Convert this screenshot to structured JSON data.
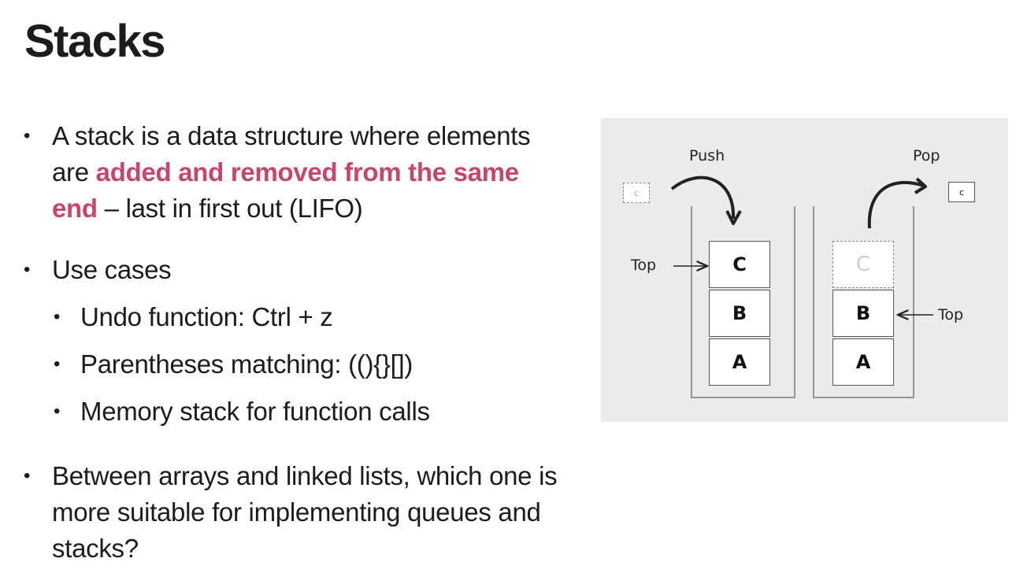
{
  "slide": {
    "title": "Stacks"
  },
  "bullets": {
    "b1_pre": "A stack is a data structure where elements are ",
    "b1_hl": "added and removed from the same end",
    "b1_post": " – last in first out (LIFO)",
    "b2": "Use cases",
    "sub1": "Undo function: Ctrl + z",
    "sub2": "Parentheses matching: ((){}[])",
    "sub3": "Memory stack for function calls",
    "b3": "Between arrays and linked lists, which one is more suitable for implementing queues and stacks?",
    "dot": "•"
  },
  "diagram": {
    "push_label": "Push",
    "pop_label": "Pop",
    "left_top_label": "Top",
    "right_top_label": "Top",
    "left_stack": [
      "C",
      "B",
      "A"
    ],
    "right_stack": [
      "C",
      "B",
      "A"
    ],
    "mini_left": "c",
    "mini_right": "c"
  },
  "colors": {
    "highlight": "#c8466d",
    "diagram_bg": "#ebebeb"
  }
}
